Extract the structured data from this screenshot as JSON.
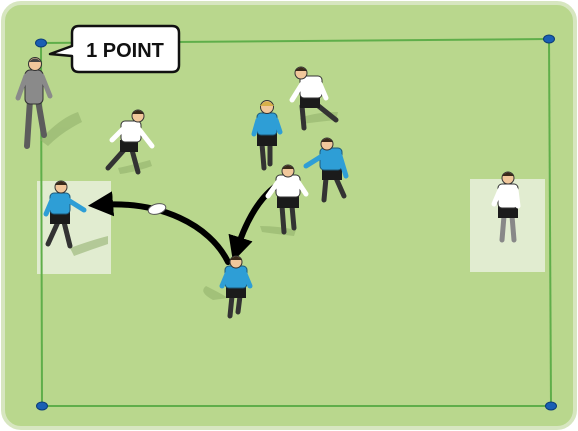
{
  "diagram": {
    "callout": {
      "text": "1 POINT"
    },
    "colors": {
      "pitch": "#b9d78d",
      "pitch_border": "#d7e6c0",
      "boundary": "#5fae4a",
      "cone": "#1a5fb4",
      "zone": "#e8f0dc",
      "team_blue": "#2e9ed6",
      "team_white": "#ffffff",
      "shorts": "#1b1b1b",
      "coach": "#7f7f7f",
      "arrow": "#000000",
      "ball": "#ffffff"
    },
    "cones": [
      "cone-top-left",
      "cone-top-right",
      "cone-bottom-left",
      "cone-bottom-right"
    ],
    "zones": [
      "scoring-zone-left",
      "scoring-zone-right"
    ],
    "players": [
      {
        "id": "coach",
        "team": "coach"
      },
      {
        "id": "blue-receiver-left-zone",
        "team": "blue"
      },
      {
        "id": "white-defender-left",
        "team": "white"
      },
      {
        "id": "blue-runner-center",
        "team": "blue"
      },
      {
        "id": "white-defender-top",
        "team": "white"
      },
      {
        "id": "blue-attacker-right",
        "team": "blue"
      },
      {
        "id": "white-defender-center",
        "team": "white"
      },
      {
        "id": "blue-ball-carrier",
        "team": "blue"
      },
      {
        "id": "white-player-right-zone",
        "team": "white"
      }
    ],
    "arrows": [
      "pass-arrow",
      "run-arrow"
    ]
  }
}
